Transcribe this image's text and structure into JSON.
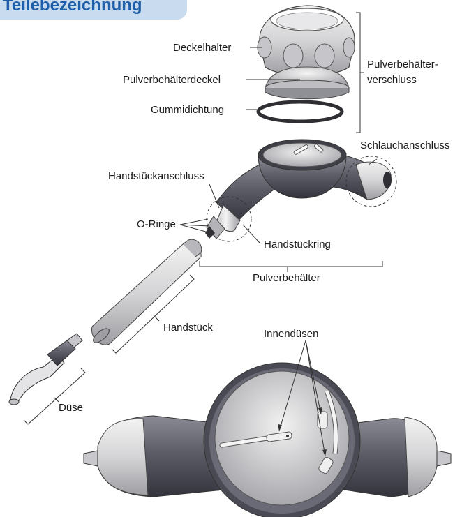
{
  "title": "Teilebezeichnung",
  "labels": {
    "deckelhalter": "Deckelhalter",
    "pulverbehaelterdeckel": "Pulverbehälterdeckel",
    "gummidichtung": "Gummidichtung",
    "verschluss_line1": "Pulverbehälter-",
    "verschluss_line2": "verschluss",
    "schlauchanschluss": "Schlauchanschluss",
    "handstueckanschluss": "Handstückanschluss",
    "o_ringe": "O-Ringe",
    "handstueckring": "Handstückring",
    "pulverbehaelter": "Pulverbehälter",
    "handstueck": "Handstück",
    "innenduesen": "Innendüsen",
    "duese": "Düse"
  }
}
